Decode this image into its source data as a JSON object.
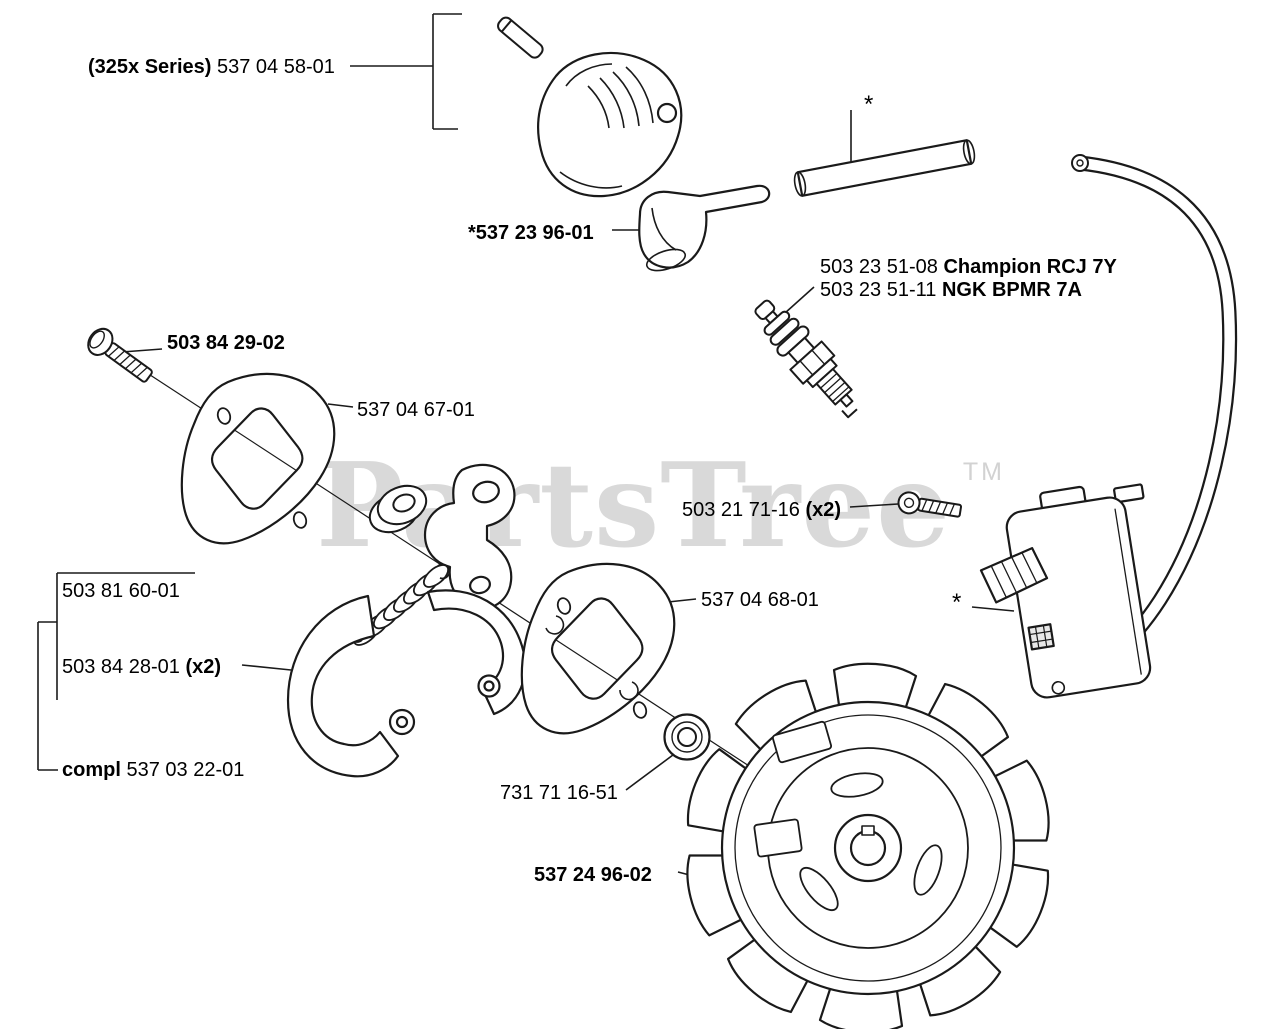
{
  "watermark": {
    "text": "PartsTree",
    "tm": "TM"
  },
  "labels": {
    "boot_assembly": {
      "bold": "(325x Series)",
      "normal": " 537 04 58-01"
    },
    "plug_boot": {
      "bold": "*537 23 96-01"
    },
    "tube_asterisk": {
      "normal": "*"
    },
    "spark_plug_champion": {
      "normal": "503 23 51-08 ",
      "bold": "Champion RCJ 7Y"
    },
    "spark_plug_ngk": {
      "normal": "503 23 51-11 ",
      "bold": "NGK BPMR 7A"
    },
    "front_screw": {
      "bold": "503 84 29-02"
    },
    "front_plate": {
      "normal": "537 04 67-01"
    },
    "ignition_screw": {
      "normal": "503 21 71-16 ",
      "bold": "(x2)"
    },
    "rear_plate": {
      "normal": "537 04 68-01"
    },
    "spring": {
      "normal": "503 81 60-01"
    },
    "clutch_shoe": {
      "normal": "503 84 28-01 ",
      "bold": "(x2)"
    },
    "clutch_complete": {
      "bold": "compl",
      "normal": " 537 03 22-01"
    },
    "nut": {
      "normal": "731 71 16-51"
    },
    "flywheel": {
      "bold": "537 24 96-02"
    },
    "module_asterisk": {
      "normal": "*"
    }
  }
}
